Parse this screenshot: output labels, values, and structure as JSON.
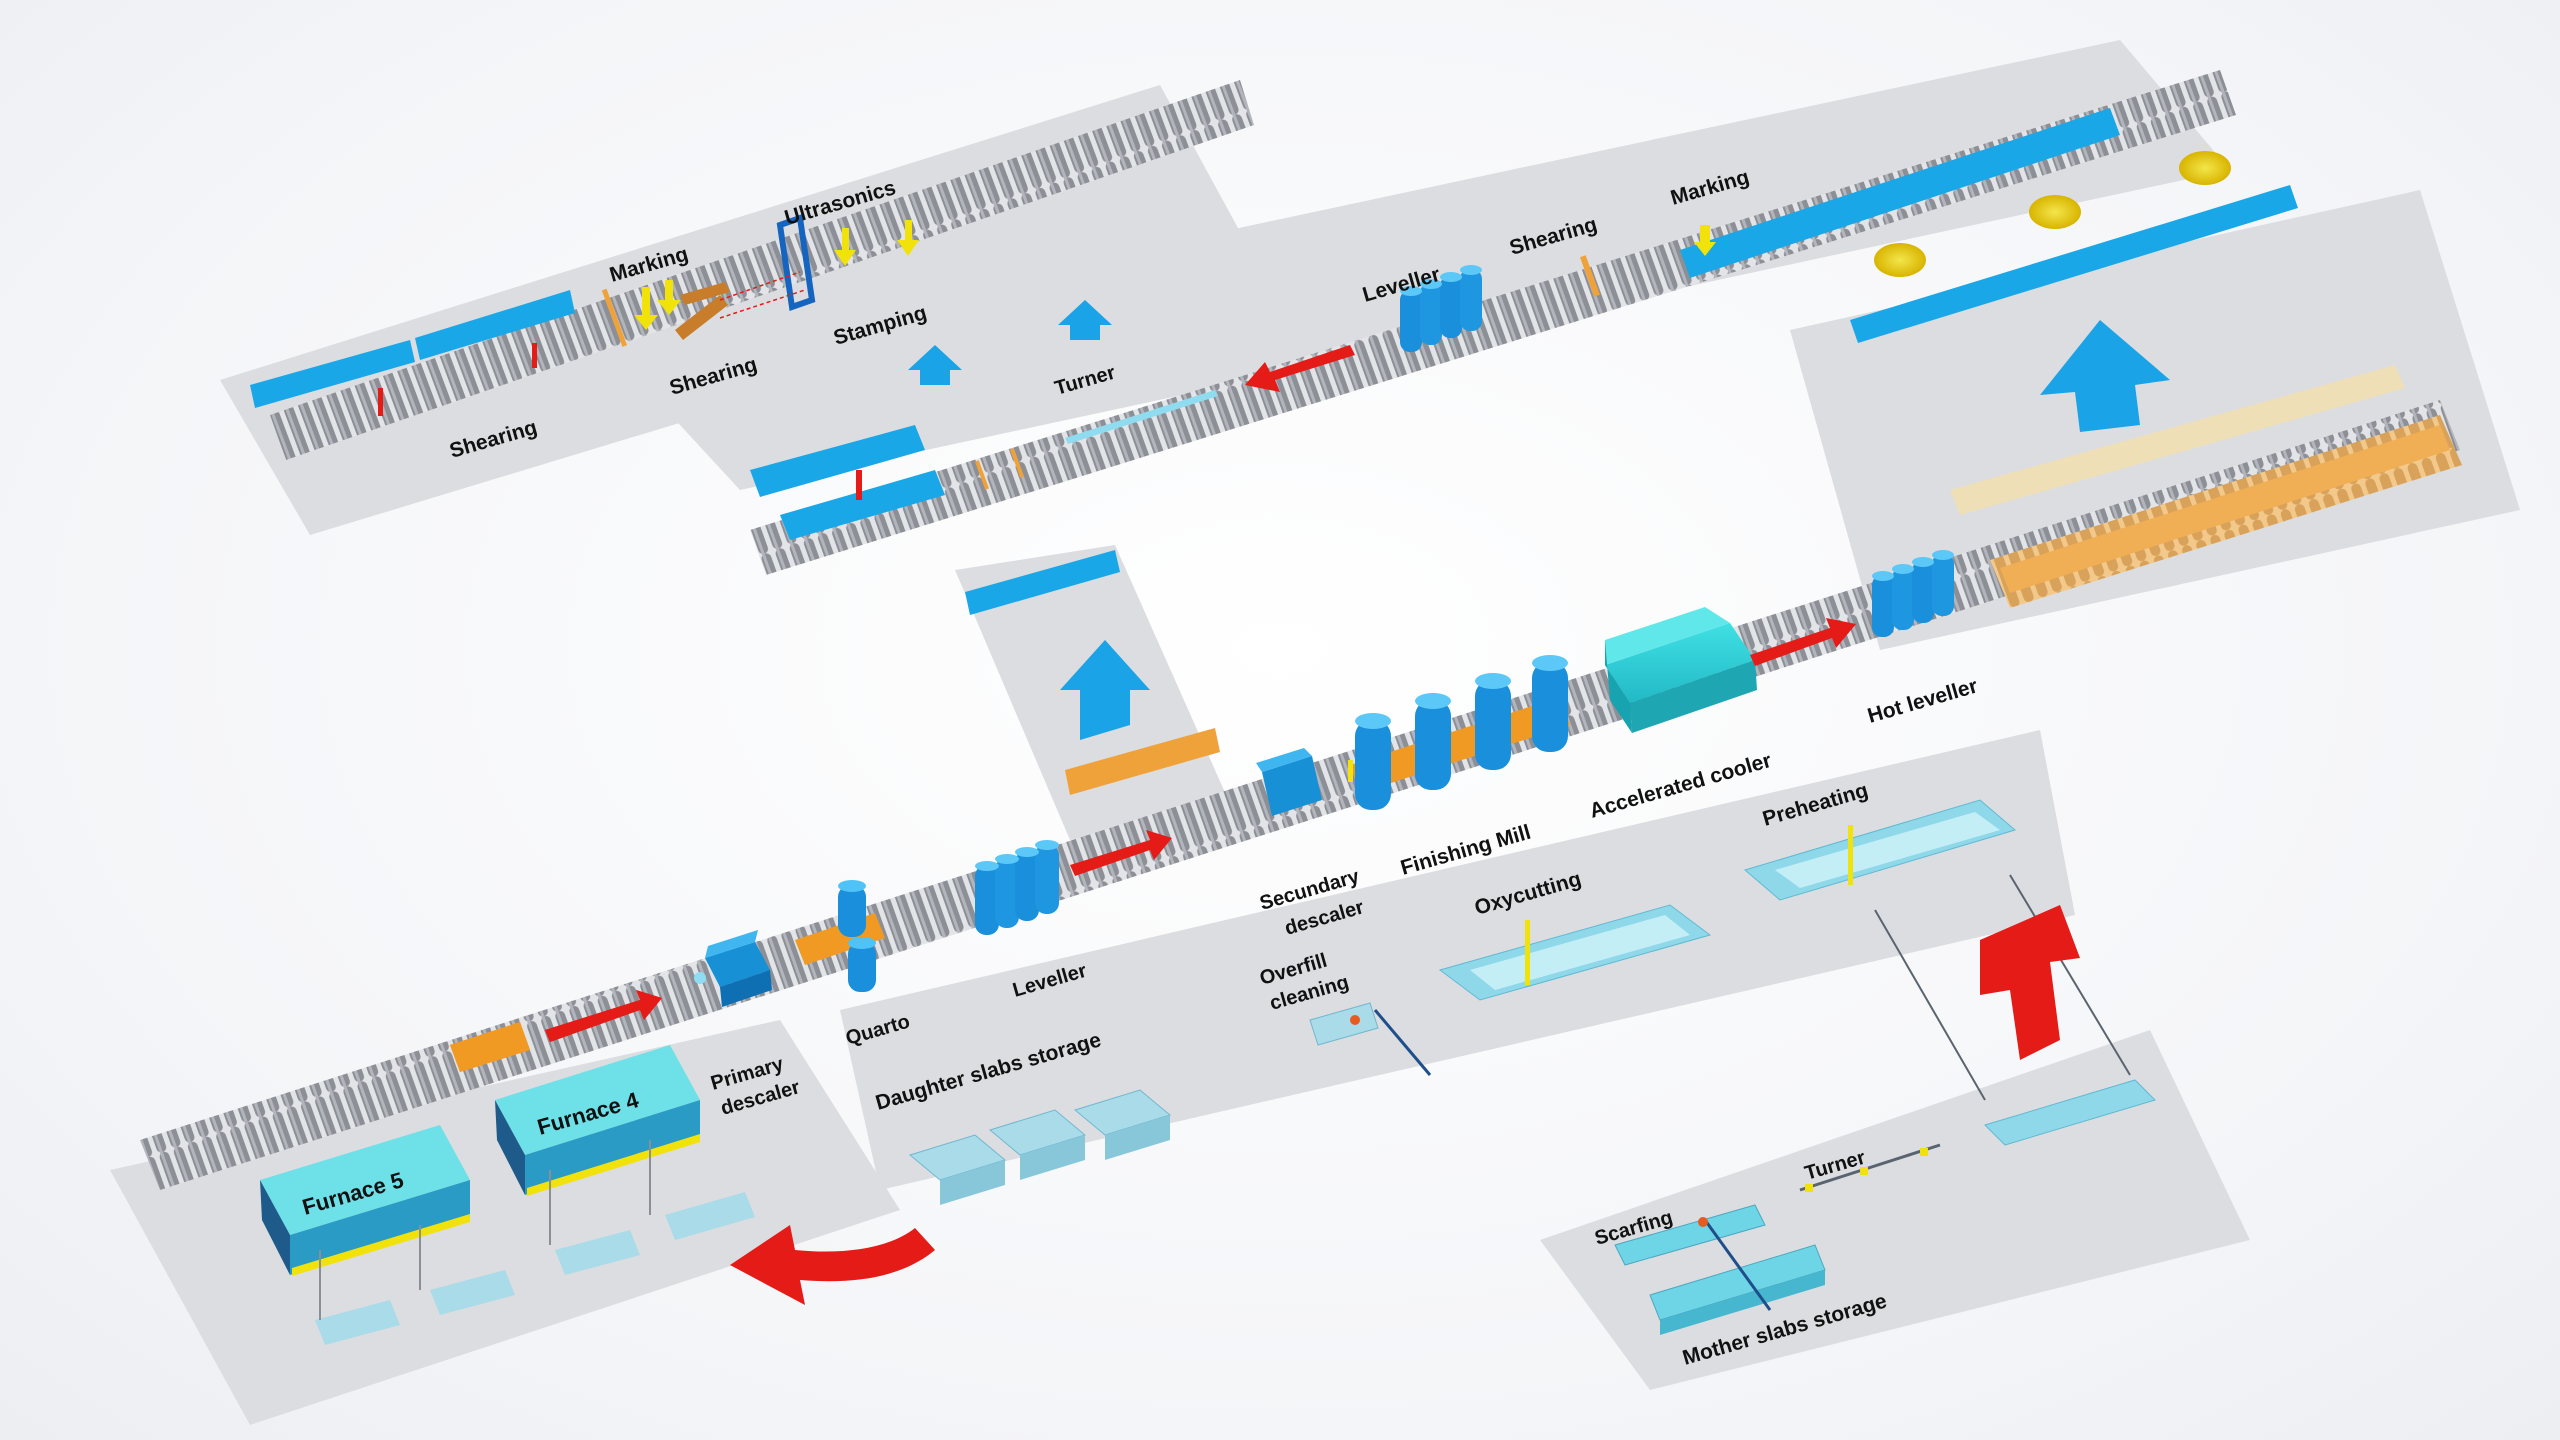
{
  "colors": {
    "platform": "#dadbde",
    "roller": "#8c8f96",
    "slab_blue": "#1aa7e8",
    "slab_orange": "#f0a23a",
    "slab_light": "#a9e6f0",
    "slab_cream": "#eedfb6",
    "flow_arrow": "#e41b17",
    "lift_arrow": "#1aa3e6",
    "marker": "#f2e20c",
    "cooler": "#2ed0d6",
    "text": "#111111"
  },
  "equipment_icons": [
    "furnace-icon",
    "descaler-icon",
    "mill-stand-icon",
    "leveller-icon",
    "cooler-icon",
    "shear-icon",
    "ultrasonic-probe-icon",
    "marking-head-icon",
    "torch-icon",
    "turner-icon",
    "stamp-icon"
  ],
  "labels": {
    "furnace_5": "Furnace 5",
    "furnace_4": "Furnace 4",
    "primary_descaler_1": "Primary",
    "primary_descaler_2": "descaler",
    "quarto": "Quarto",
    "leveller_1": "Leveller",
    "secundary_descaler_1": "Secundary",
    "secundary_descaler_2": "descaler",
    "finishing_mill": "Finishing Mill",
    "accelerated_cooler": "Accelerated cooler",
    "hot_leveller": "Hot leveller",
    "leveller_2": "Leveller",
    "shearing_upper": "Shearing",
    "marking_upper": "Marking",
    "turner_upper": "Turner",
    "ultrasonics": "Ultrasonics",
    "marking_left": "Marking",
    "stamping": "Stamping",
    "shearing_mid": "Shearing",
    "shearing_left": "Shearing",
    "daughter_slabs_storage": "Daughter slabs storage",
    "overfill_cleaning_1": "Overfill",
    "overfill_cleaning_2": "cleaning",
    "oxycutting": "Oxycutting",
    "preheating": "Preheating",
    "scarfing": "Scarfing",
    "turner_lower": "Turner",
    "mother_slabs_storage": "Mother slabs storage"
  }
}
